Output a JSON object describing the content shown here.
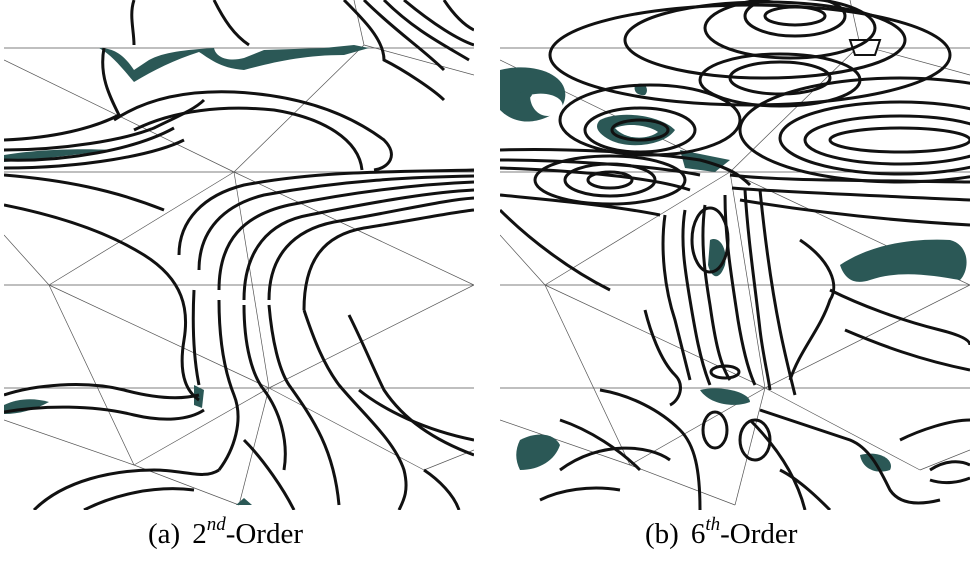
{
  "figure": {
    "panels": [
      {
        "id": "a",
        "label": "(a)",
        "order_base": "2",
        "order_sup": "nd",
        "order_suffix": "-Order"
      },
      {
        "id": "b",
        "label": "(b)",
        "order_base": "6",
        "order_sup": "th",
        "order_suffix": "-Order"
      }
    ],
    "colors": {
      "fill": "#2b5856",
      "line": "#111111",
      "mesh": "#555555",
      "background": "#ffffff"
    }
  }
}
